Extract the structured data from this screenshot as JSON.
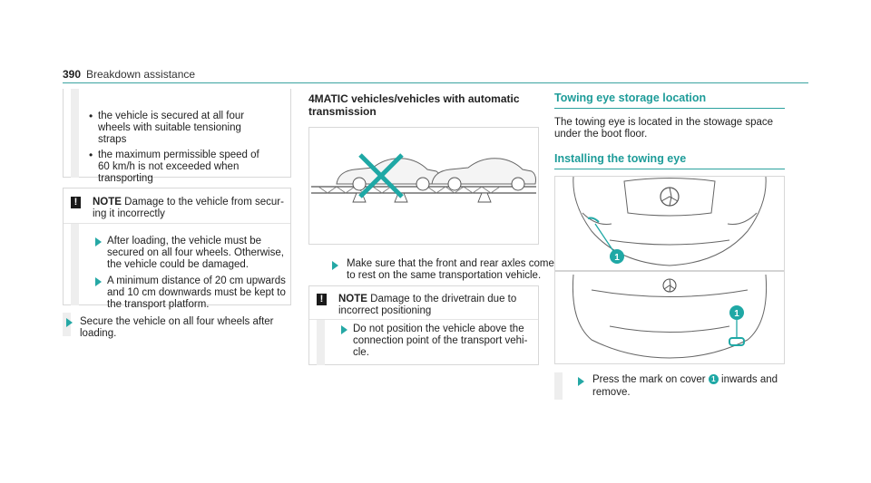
{
  "header": {
    "page_number": "390",
    "section": "Breakdown assistance"
  },
  "col1": {
    "bullets": [
      [
        "the vehicle is secured at all four",
        "wheels with suitable tensioning",
        "straps"
      ],
      [
        "the maximum permissible speed of",
        "60 km/h is not exceeded when",
        "transporting"
      ]
    ],
    "note_label": "NOTE",
    "note_lines": [
      "Damage to the vehicle from secur-",
      "ing it incorrectly"
    ],
    "steps": [
      [
        "After loading, the vehicle must be",
        "secured on all four wheels. Otherwise,",
        "the vehicle could be damaged."
      ],
      [
        "A minimum distance of 20 cm upwards",
        "and 10 cm downwards must be kept to",
        "the transport platform."
      ]
    ],
    "final_step": [
      "Secure the vehicle on all four wheels after",
      "loading."
    ]
  },
  "col2": {
    "heading": [
      "4MATIC vehicles/vehicles with automatic",
      "transmission"
    ],
    "step": [
      "Make sure that the front and rear axles come",
      "to rest on the same transportation vehicle."
    ],
    "note_label": "NOTE",
    "note_lines": [
      "Damage to the drivetrain due to",
      "incorrect positioning"
    ],
    "note_step": [
      "Do not position the vehicle above the",
      "connection point of the transport vehi-",
      "cle."
    ]
  },
  "col3": {
    "heading1": "Towing eye storage location",
    "para": [
      "The towing eye is located in the stowage space",
      "under the boot floor."
    ],
    "heading2": "Installing the towing eye",
    "callout": "1",
    "step_before": "Press the mark on cover",
    "step_after": "inwards and",
    "step_line2": "remove."
  },
  "colors": {
    "accent": "#1fa8a5",
    "rule": "#3aa3a0"
  }
}
